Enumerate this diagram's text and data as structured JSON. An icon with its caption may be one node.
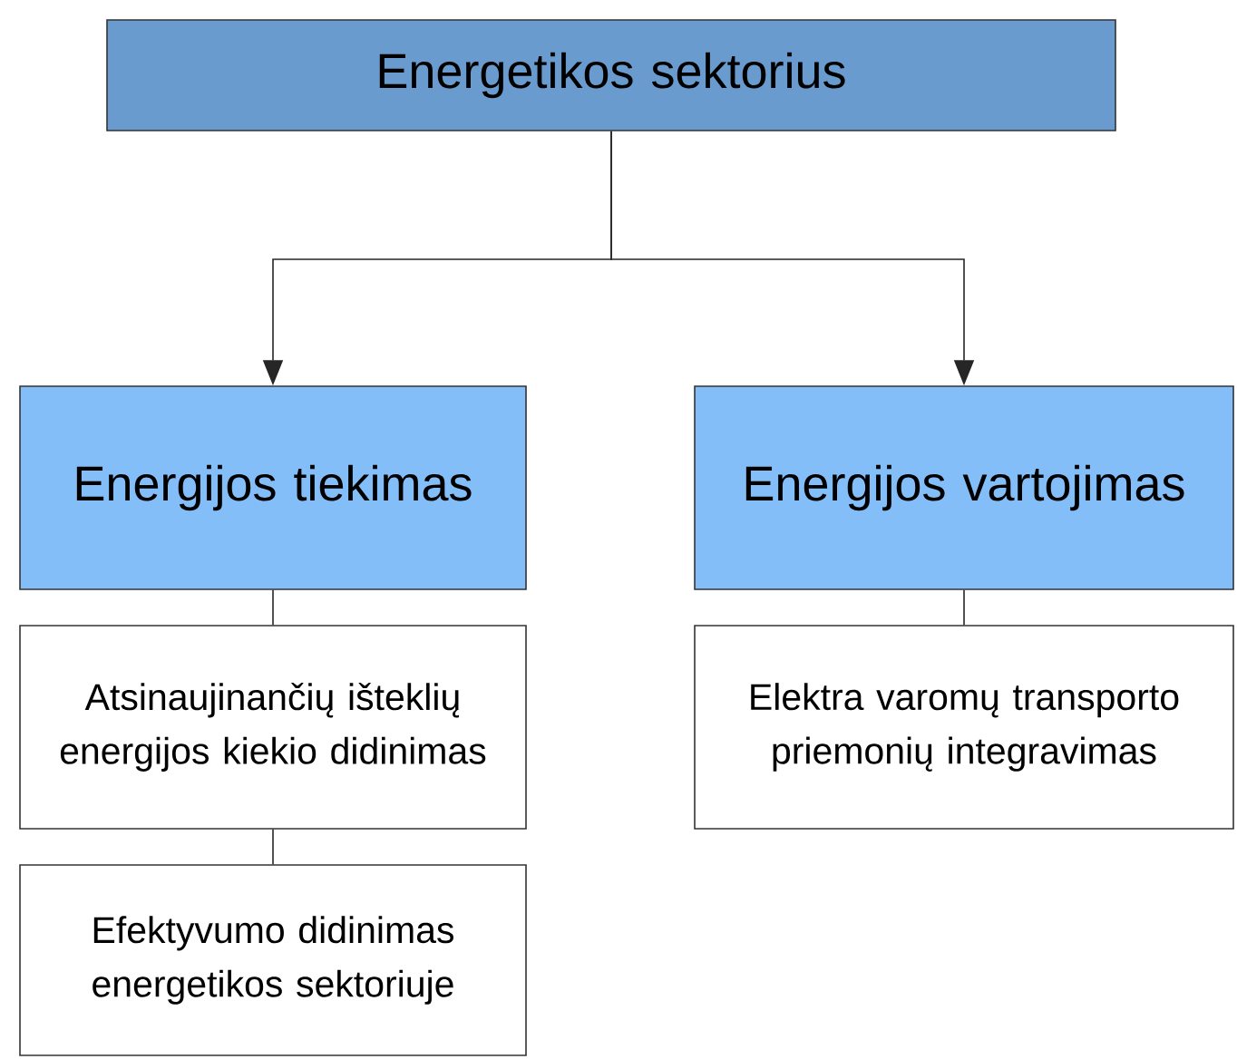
{
  "diagram": {
    "nodes": [
      {
        "text": [
          "Energetikos sektorius"
        ]
      },
      {
        "text": [
          "Energijos tiekimas"
        ]
      },
      {
        "text": [
          "Energijos vartojimas"
        ]
      },
      {
        "text": [
          "Atsinaujinančių išteklių energijos kiekio didinimas"
        ]
      },
      {
        "text": [
          "Efektyvumo didinimas energetikos sektoriuje"
        ]
      },
      {
        "text": [
          "Elektra varomų transporto priemonių integravimas"
        ]
      }
    ],
    "edges": [
      {
        "from": 0,
        "to": 1,
        "arrow": "to"
      },
      {
        "from": 0,
        "to": 2,
        "arrow": "to"
      },
      {
        "from": 1,
        "to": 3,
        "arrow": "none"
      },
      {
        "from": 3,
        "to": 4,
        "arrow": "none"
      },
      {
        "from": 2,
        "to": 5,
        "arrow": "none"
      }
    ]
  }
}
